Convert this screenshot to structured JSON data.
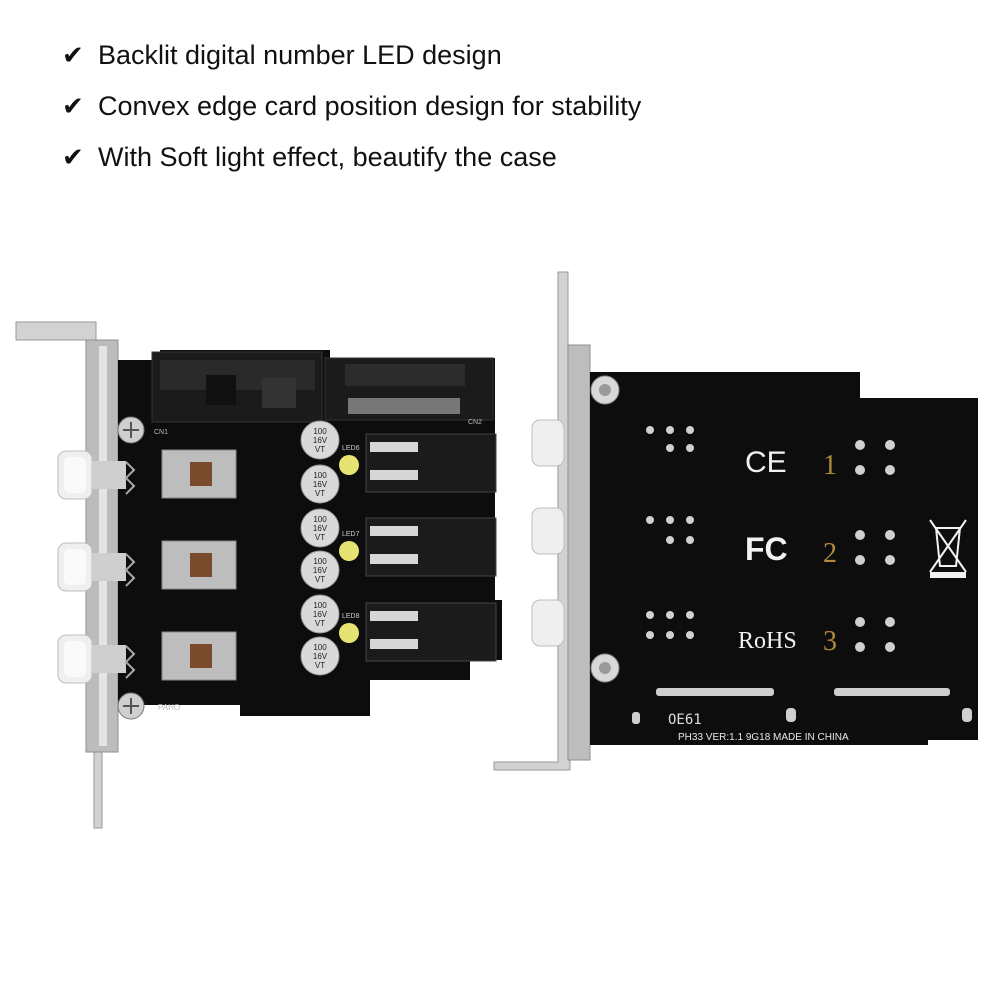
{
  "features": [
    {
      "icon": "checkmark-icon",
      "text": "Backlit digital number LED design"
    },
    {
      "icon": "checkmark-icon",
      "text": "Convex edge card position design for stability"
    },
    {
      "icon": "checkmark-icon",
      "text": "With Soft light effect, beautify the case"
    }
  ],
  "front": {
    "caps": [
      {
        "v1": "100",
        "v2": "16V",
        "v3": "VT"
      },
      {
        "v1": "100",
        "v2": "16V",
        "v3": "VT"
      },
      {
        "v1": "100",
        "v2": "16V",
        "v3": "VT"
      },
      {
        "v1": "100",
        "v2": "16V",
        "v3": "VT"
      },
      {
        "v1": "100",
        "v2": "16V",
        "v3": "VT"
      },
      {
        "v1": "100",
        "v2": "16V",
        "v3": "VT"
      }
    ],
    "led_labels": [
      "LED6",
      "LED7",
      "LED8"
    ],
    "cn1": "CN1",
    "cn2": "CN2",
    "brand": "PAHO"
  },
  "back": {
    "ce": "CE",
    "fc": "FC",
    "rohs": "RoHS",
    "numbers": [
      "1",
      "2",
      "3"
    ],
    "date_code": "OE61",
    "footer": "PH33  VER:1.1  9G18  MADE  IN  CHINA"
  },
  "colors": {
    "pcb": "#0d0d0d",
    "bracket": "#c8c8c8",
    "connector": "#1b1b1b",
    "led": "#e6e470"
  }
}
